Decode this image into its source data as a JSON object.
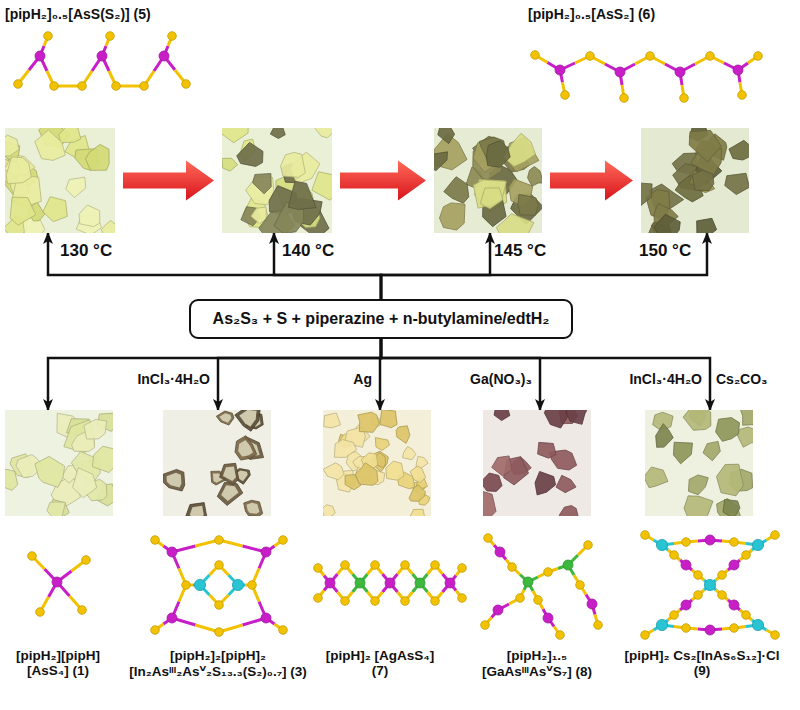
{
  "diagram": {
    "nodes": [
      {
        "text": [
          "As₂S₃ + S + piperazine + n-butylamine/edtH₂"
        ]
      },
      {
        "text": [
          "130 °C"
        ]
      },
      {
        "text": [
          "140 °C"
        ]
      },
      {
        "text": [
          "145 °C"
        ]
      },
      {
        "text": [
          "150 °C"
        ]
      },
      {
        "text": [
          "[pipH₂][pipH] [AsS₄] (1)"
        ]
      },
      {
        "text": [
          "[pipH₂]₂[pipH]₂ [In₂Asᴵᴵᴵ₂Asⱽ₂S₁₃.₃(S₂)₀.₇] (3)"
        ]
      },
      {
        "text": [
          "[pipH]₂ [AgAsS₄] (7)"
        ]
      },
      {
        "text": [
          "[pipH₂]₁.₅ [GaAsᴵᴵᴵAsⱽS₇] (8)"
        ]
      },
      {
        "text": [
          "[pipH]₂ Cs₂[InAs₆S₁₂]·Cl (9)"
        ]
      }
    ],
    "edges": [
      {
        "from": 0,
        "to": 1,
        "arrow": "to"
      },
      {
        "from": 0,
        "to": 2,
        "arrow": "to"
      },
      {
        "from": 0,
        "to": 3,
        "arrow": "to"
      },
      {
        "from": 0,
        "to": 4,
        "arrow": "to"
      },
      {
        "from": 0,
        "to": 5,
        "arrow": "to"
      },
      {
        "from": 0,
        "to": 6,
        "arrow": "to",
        "label": "InCl₃·4H₂O"
      },
      {
        "from": 0,
        "to": 7,
        "arrow": "to",
        "label": "Ag"
      },
      {
        "from": 0,
        "to": 8,
        "arrow": "to",
        "label": "Ga(NO₃)₃"
      },
      {
        "from": 0,
        "to": 9,
        "arrow": "to",
        "label": "InCl₃·4H₂O"
      },
      {
        "from": 1,
        "to": 2,
        "arrow": "to"
      },
      {
        "from": 2,
        "to": 3,
        "arrow": "to"
      },
      {
        "from": 3,
        "to": 4,
        "arrow": "to"
      }
    ],
    "labels": [
      "[pipH₂]₀.₅[AsS(S₂)] (5)",
      "[pipH₂]₀.₅[AsS₂] (6)",
      "Cs₂CO₃"
    ]
  }
}
